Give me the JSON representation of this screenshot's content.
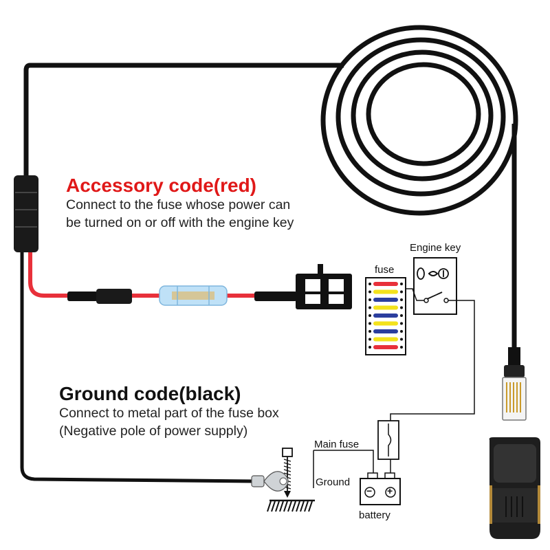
{
  "accessory": {
    "title": "Accessory code(red)",
    "line1": "Connect to the fuse whose power can",
    "line2": "be turned on or off with the engine key"
  },
  "ground": {
    "title": "Ground code(black)",
    "line1": "Connect to metal part of the fuse box",
    "line2": "(Negative pole of power supply)"
  },
  "labels": {
    "fuse": "fuse",
    "engine_key": "Engine key",
    "main_fuse": "Main fuse",
    "ground": "Ground",
    "battery": "battery",
    "battery_minus": "−",
    "battery_plus": "+"
  },
  "colors": {
    "wire_black": "#111111",
    "wire_red": "#e8303a",
    "heading_red": "#e01818",
    "fuse_red": "#e8303a",
    "fuse_yellow": "#f3e21c",
    "fuse_blue": "#2b3e9e"
  },
  "icons": [
    "key-icon",
    "ground-symbol-icon",
    "screw-icon",
    "ring-terminal-icon"
  ]
}
